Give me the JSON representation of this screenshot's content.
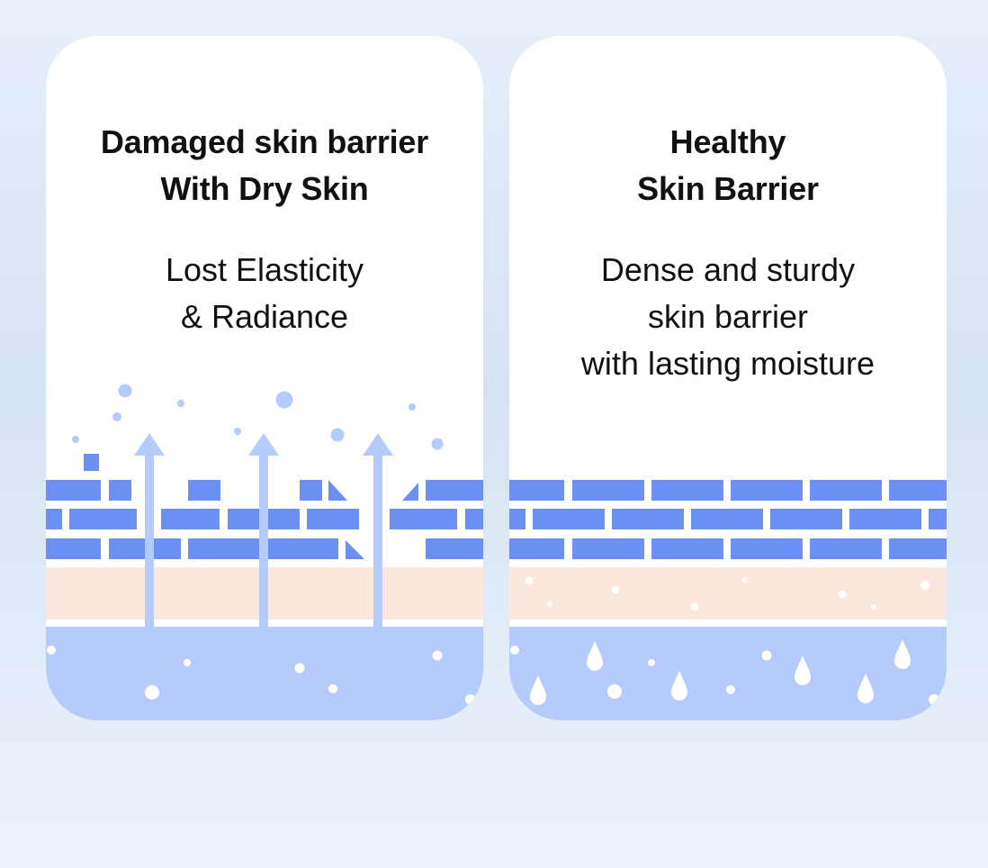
{
  "panels": {
    "damaged": {
      "heading": [
        "Damaged skin barrier",
        "With Dry Skin"
      ],
      "description": [
        "Lost Elasticity",
        "& Radiance"
      ]
    },
    "healthy": {
      "heading": [
        "Healthy",
        "Skin Barrier"
      ],
      "description": [
        "Dense and sturdy",
        "skin barrier",
        "with lasting moisture"
      ]
    }
  },
  "colors": {
    "brick": "#6b8ff2",
    "moisture_layer": "#fde6dd",
    "base_layer": "#b5cbfb",
    "arrow": "#b5cbfb",
    "background": "#e4edf9"
  }
}
